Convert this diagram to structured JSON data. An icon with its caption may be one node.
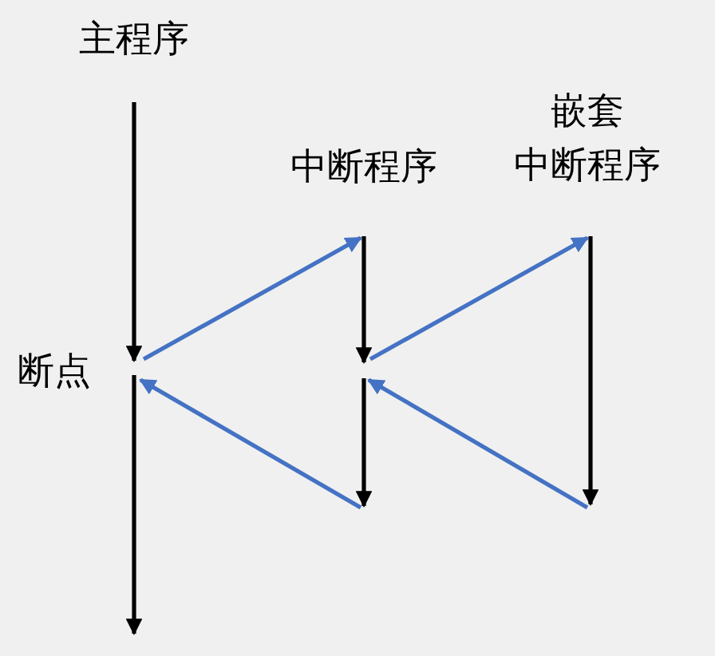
{
  "diagram": {
    "nodes": [
      {
        "text": [
          "主程序"
        ]
      },
      {
        "text": [
          "断点"
        ]
      },
      {
        "text": [
          "中断程序"
        ]
      },
      {
        "text": [
          "嵌套",
          "中断程序"
        ]
      }
    ],
    "edges": [
      {
        "from": 0,
        "to": 1,
        "arrow": "to"
      },
      {
        "from": 1,
        "to": 2,
        "arrow": "to",
        "color": "#4472c4"
      },
      {
        "from": 2,
        "to": null,
        "arrow": "to"
      },
      {
        "from": null,
        "to": 3,
        "arrow": "to",
        "color": "#4472c4"
      },
      {
        "from": 3,
        "to": null,
        "arrow": "to"
      },
      {
        "from": null,
        "to": 1,
        "arrow": "to",
        "color": "#4472c4"
      },
      {
        "from": 1,
        "to": null,
        "arrow": "to"
      }
    ]
  }
}
